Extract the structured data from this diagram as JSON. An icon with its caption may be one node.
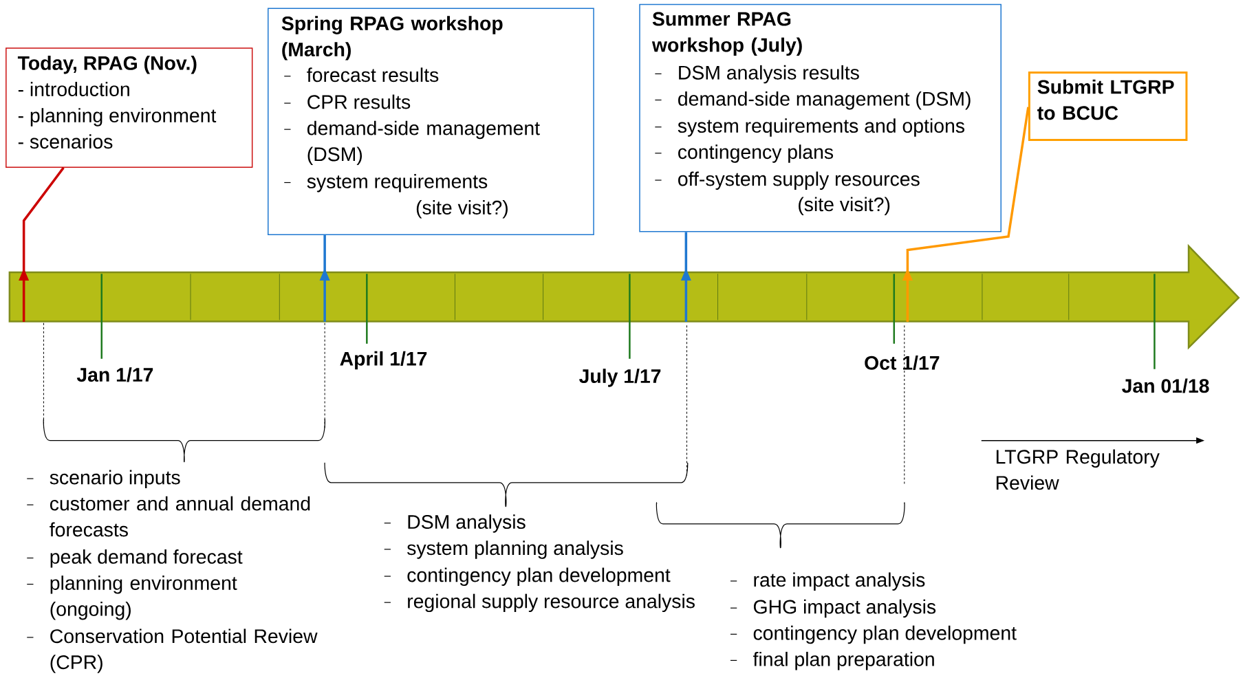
{
  "diagram": {
    "nodes": [
      {
        "text": [
          "Today, RPAG (Nov.)",
          "- introduction",
          "- planning environment",
          "- scenarios"
        ]
      },
      {
        "text": [
          "Spring RPAG workshop (March)",
          "forecast results",
          "CPR results",
          "demand-side management (DSM)",
          "system requirements",
          "(site visit?)"
        ]
      },
      {
        "text": [
          "Summer RPAG workshop (July)",
          "DSM analysis results",
          "demand-side management (DSM)",
          "system requirements and options",
          "contingency plans",
          "off-system supply resources",
          "(site visit?)"
        ]
      },
      {
        "text": [
          "Submit LTGRP to BCUC"
        ]
      },
      {
        "text": [],
        "shape": "arrow"
      }
    ],
    "edges": [
      {
        "from": 4,
        "to": 0,
        "arrow": "to",
        "color": "#cc0000"
      },
      {
        "from": 4,
        "to": 1,
        "arrow": "to",
        "color": "#1f78d1"
      },
      {
        "from": 4,
        "to": 2,
        "arrow": "to",
        "color": "#1f78d1"
      },
      {
        "from": 4,
        "to": 3,
        "arrow": "to",
        "color": "#ff9900"
      }
    ],
    "labels": [
      "Jan 1/17",
      "April 1/17",
      "July 1/17",
      "Oct 1/17",
      "Jan 01/18",
      "LTGRP Regulatory Review",
      "scenario inputs",
      "customer and annual demand forecasts",
      "peak demand forecast",
      "planning environment (ongoing)",
      "Conservation Potential Review (CPR)",
      "DSM analysis",
      "system planning analysis",
      "contingency plan development",
      "regional supply resource analysis",
      "rate impact analysis",
      "GHG impact analysis",
      "contingency plan development",
      "final plan preparation"
    ]
  }
}
